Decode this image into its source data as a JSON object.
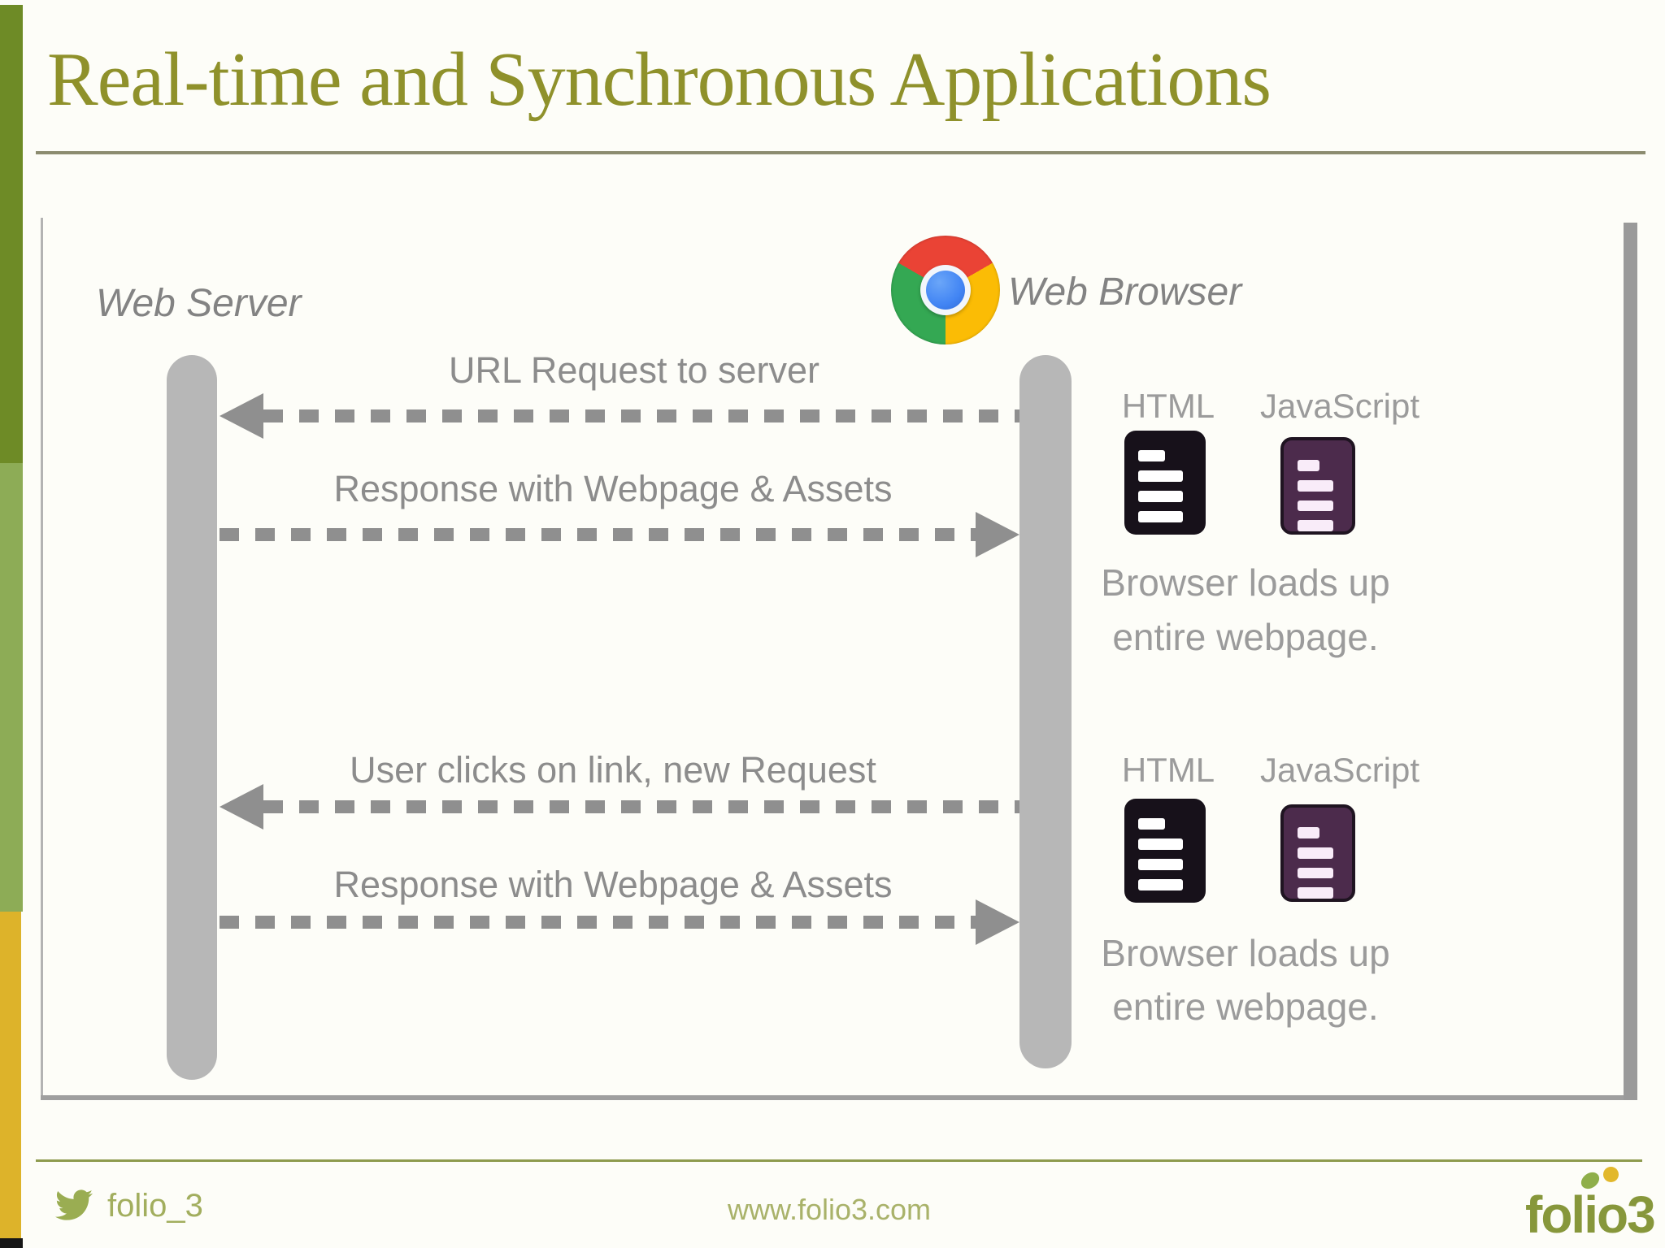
{
  "title": "Real-time and Synchronous Applications",
  "diagram": {
    "server_label": "Web Server",
    "browser_label": "Web Browser",
    "messages": [
      {
        "label": "URL Request to server",
        "direction": "to-server"
      },
      {
        "label": "Response with Webpage & Assets",
        "direction": "to-browser"
      },
      {
        "label": "User clicks on link, new Request",
        "direction": "to-server"
      },
      {
        "label": "Response with Webpage & Assets",
        "direction": "to-browser"
      }
    ],
    "load_events": [
      {
        "file_labels": [
          "HTML",
          "JavaScript"
        ],
        "caption_line1": "Browser loads up",
        "caption_line2": "entire webpage."
      },
      {
        "file_labels": [
          "HTML",
          "JavaScript"
        ],
        "caption_line1": "Browser loads up",
        "caption_line2": "entire webpage."
      }
    ]
  },
  "footer": {
    "twitter_handle": "folio_3",
    "website": "www.folio3.com",
    "logo_text": "folio3"
  },
  "colors": {
    "accent_olive": "#8f912b",
    "bar_dark_green": "#6e8b26",
    "bar_light_green": "#8dac56",
    "bar_yellow": "#ddb32a",
    "chrome_red": "#ea4335",
    "chrome_yellow": "#fbbc05",
    "chrome_green": "#34a853",
    "chrome_blue": "#4285f4",
    "html_icon": "#17111a",
    "js_icon": "#4c2b4c",
    "gray_text": "#8c8c8c"
  }
}
